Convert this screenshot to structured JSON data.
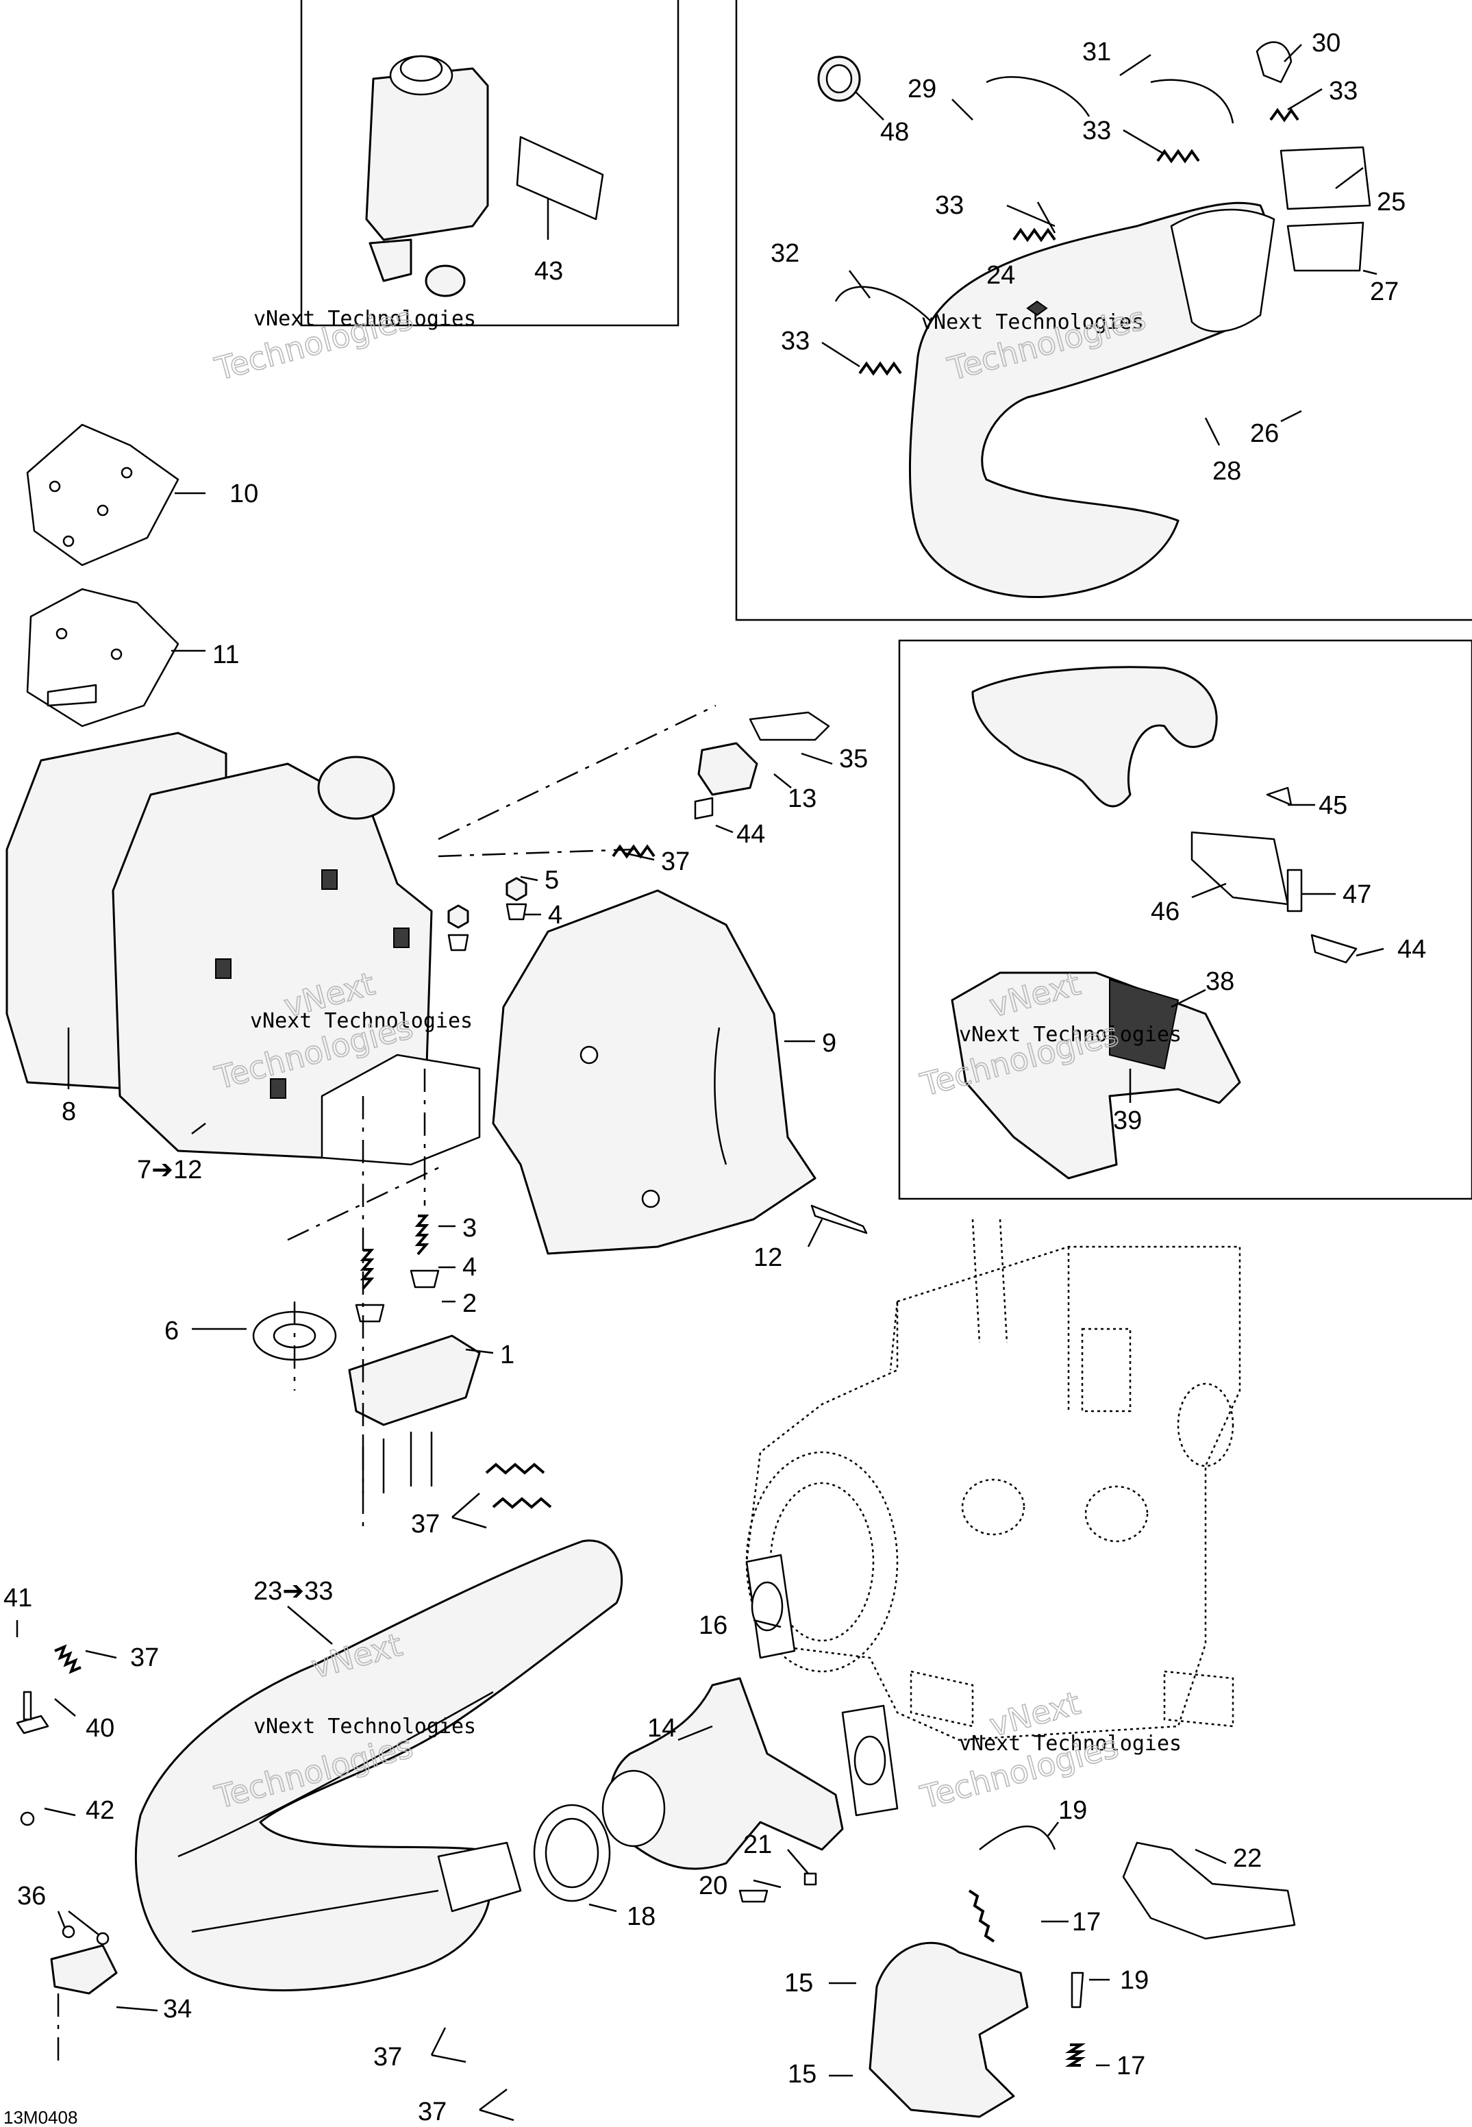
{
  "diagram_code": "13M0408",
  "watermark": {
    "line1": "vNext Technologies",
    "line2": "Technologies",
    "line3": "vNext"
  },
  "callouts": {
    "c1": "1",
    "c2": "2",
    "c3": "3",
    "c4a": "4",
    "c4b": "4",
    "c5": "5",
    "c6": "6",
    "c7": "7➔12",
    "c8": "8",
    "c9": "9",
    "c10": "10",
    "c11": "11",
    "c12": "12",
    "c13": "13",
    "c14": "14",
    "c15a": "15",
    "c15b": "15",
    "c16": "16",
    "c17a": "17",
    "c17b": "17",
    "c18": "18",
    "c19a": "19",
    "c19b": "19",
    "c20": "20",
    "c21": "21",
    "c22": "22",
    "c23": "23➔33",
    "c24": "24",
    "c25": "25",
    "c26": "26",
    "c27": "27",
    "c28": "28",
    "c29": "29",
    "c30": "30",
    "c31": "31",
    "c32": "32",
    "c33a": "33",
    "c33b": "33",
    "c33c": "33",
    "c33d": "33",
    "c34": "34",
    "c35": "35",
    "c36": "36",
    "c37a": "37",
    "c37b": "37",
    "c37c": "37",
    "c37d": "37",
    "c37e": "37",
    "c38": "38",
    "c39": "39",
    "c40": "40",
    "c41": "41",
    "c42": "42",
    "c43": "43",
    "c44a": "44",
    "c44b": "44",
    "c45": "45",
    "c46": "46",
    "c47": "47",
    "c48": "48"
  }
}
